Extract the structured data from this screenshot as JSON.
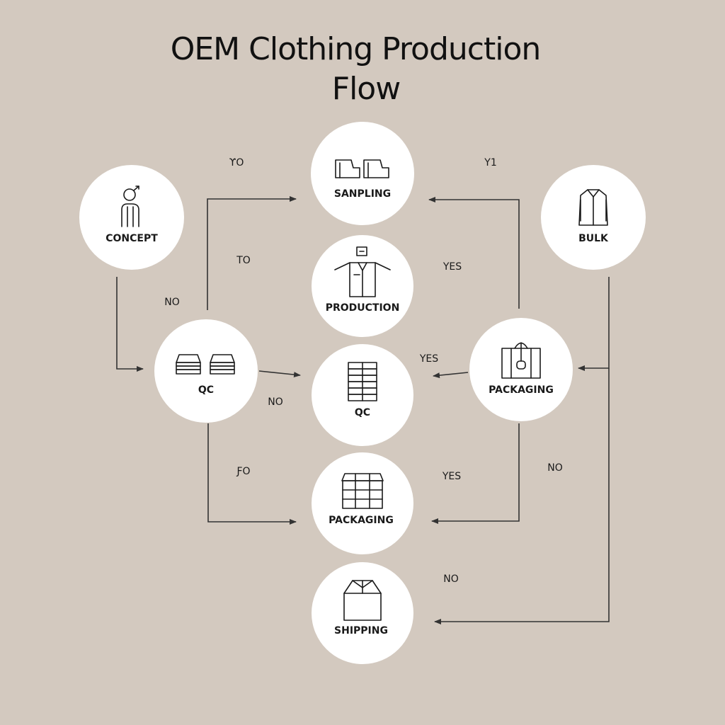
{
  "title_line1": "OEM Clothing Production",
  "title_line2": "Flow",
  "nodes": {
    "sampling": {
      "label": "SANPLING",
      "icon": "sample-fabric-icon"
    },
    "concept": {
      "label": "CONCEPT",
      "icon": "person-concept-icon"
    },
    "bulk": {
      "label": "BULK",
      "icon": "shirt-icon"
    },
    "production": {
      "label": "PRODUCTION",
      "icon": "worker-production-icon"
    },
    "qc_left": {
      "label": "QC",
      "icon": "folded-stacks-icon"
    },
    "qc_center": {
      "label": "QC",
      "icon": "stacked-garments-icon"
    },
    "packaging_right": {
      "label": "PACKAGING",
      "icon": "garment-bag-icon"
    },
    "packaging_center": {
      "label": "PACKAGING",
      "icon": "cartons-icon"
    },
    "shipping": {
      "label": "SHIPPING",
      "icon": "box-icon"
    }
  },
  "edge_labels": {
    "l1": "ϒO",
    "l2": "Y1",
    "l3": "TO",
    "l4": "YES",
    "l5": "NO",
    "l6": "YES",
    "l7": "NO",
    "l8": "ƑO",
    "l9": "YES",
    "l10": "NO",
    "l11": "NO"
  },
  "colors": {
    "background": "#d3c9bf",
    "node_fill": "#ffffff",
    "ink": "#1a1a1a"
  }
}
